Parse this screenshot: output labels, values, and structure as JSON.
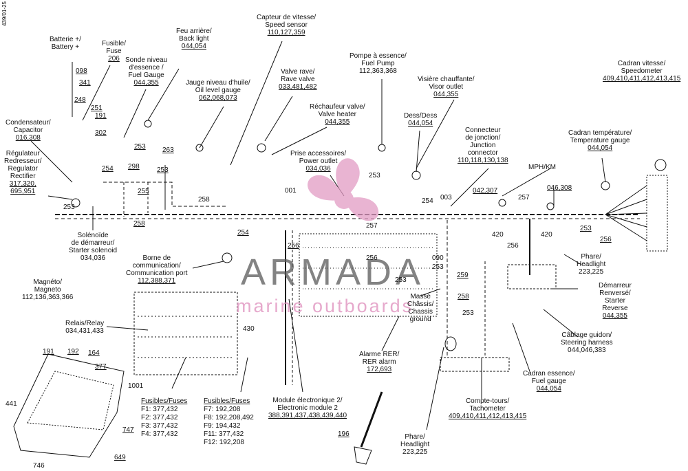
{
  "doc_id": "439/01-25",
  "watermark": {
    "brand": "ARMADA",
    "tagline": "marine outboards",
    "accent": "#e29bc4",
    "text_color": "#5a5a5a"
  },
  "labels": {
    "battery": {
      "lines": [
        "Batterie +/",
        "Battery +"
      ]
    },
    "fuse": {
      "lines": [
        "Fusible/",
        "Fuse"
      ],
      "ref": "206"
    },
    "rear_light": {
      "lines": [
        "Feu arrière/",
        "Back light"
      ],
      "ref": "044,054"
    },
    "speed_sensor": {
      "lines": [
        "Capteur de vitesse/",
        "Speed sensor"
      ],
      "ref": "110,127,359"
    },
    "fuel_level_sensor": {
      "lines": [
        "Sonde niveau",
        "d'essence /",
        "Fuel Gauge"
      ],
      "ref": "044,355"
    },
    "oil_gauge": {
      "lines": [
        "Jauge niveau d'huile/",
        "Oil level gauge"
      ],
      "ref": "062,068,073"
    },
    "rave_valve": {
      "lines": [
        "Valve rave/",
        "Rave valve"
      ],
      "ref": "033,481,482"
    },
    "fuel_pump": {
      "lines": [
        "Pompe à essence/",
        "Fuel Pump"
      ],
      "ref": "112,363,368"
    },
    "visor_outlet": {
      "lines": [
        "Visière chauffante/",
        "Visor outlet"
      ],
      "ref": "044,355"
    },
    "valve_heater": {
      "lines": [
        "Réchaufeur valve/",
        "Valve heater"
      ],
      "ref": "044,355"
    },
    "dess": {
      "lines": [
        "Dess/Dess"
      ],
      "ref": "044,054"
    },
    "junction_connector": {
      "lines": [
        "Connecteur",
        "de jonction/",
        "Junction",
        "connector"
      ],
      "ref": "110,118,130,138"
    },
    "speedometer": {
      "lines": [
        "Cadran vitesse/",
        "Speedometer"
      ],
      "ref": "409,410,411,412,413,415"
    },
    "temp_gauge": {
      "lines": [
        "Cadran température/",
        "Temperature gauge"
      ],
      "ref": "044,054"
    },
    "capacitor": {
      "lines": [
        "Condensateur/",
        "Capacitor"
      ],
      "ref": "016,308"
    },
    "regulator": {
      "lines": [
        "Régulateur",
        "Redresseur/",
        "Regulator",
        "Rectifier"
      ],
      "ref": "317,320,",
      "ref2": "695,951"
    },
    "power_outlet": {
      "lines": [
        "Prise accessoires/",
        "Power outlet"
      ],
      "ref": "034,036"
    },
    "mph_km": {
      "lines": [
        "MPH/KM"
      ]
    },
    "ref_042_307": {
      "ref": "042,307"
    },
    "ref_046_308": {
      "ref": "046,308"
    },
    "starter_solenoid": {
      "lines": [
        "Solénoïde",
        "de démarreur/",
        "Starter solenoid"
      ],
      "ref": "034,036"
    },
    "comm_port": {
      "lines": [
        "Borne de",
        "communication/",
        "Communication port"
      ],
      "ref": "112,388,371"
    },
    "magneto": {
      "lines": [
        "Magnéto/",
        "Magneto"
      ],
      "ref": "112,136,363,366"
    },
    "relay": {
      "lines": [
        "Relais/Relay"
      ],
      "ref": "034,431,433"
    },
    "headlight_right": {
      "lines": [
        "Phare/",
        "Headlight"
      ],
      "ref": "223,225"
    },
    "reverse_starter": {
      "lines": [
        "Démarreur",
        "Renversé/",
        "Starter",
        "Reverse"
      ],
      "ref": "044,355"
    },
    "steering_harness": {
      "lines": [
        "Câblage guidon/",
        "Steering harness"
      ],
      "ref": "044,046,383"
    },
    "chassis_ground": {
      "lines": [
        "Masse",
        "Châssis/",
        "Chassis",
        "ground"
      ]
    },
    "rer_alarm": {
      "lines": [
        "Alarme RER/",
        "RER alarm"
      ],
      "ref": "172,693"
    },
    "fuel_gauge": {
      "lines": [
        "Cadran essence/",
        "Fuel gauge"
      ],
      "ref": "044,054"
    },
    "tachometer": {
      "lines": [
        "Compte-tours/",
        "Tachometer"
      ],
      "ref": "409,410,411,412,413,415"
    },
    "electronic_module": {
      "lines": [
        "Module électronique 2/",
        "Electronic module 2"
      ],
      "ref": "388,391,437,438,439,440"
    },
    "headlight_bottom": {
      "lines": [
        "Phare/",
        "Headlight"
      ],
      "ref": "223,225"
    }
  },
  "fuses_left": {
    "title": "Fusibles/Fuses",
    "items": [
      "F1: 377,432",
      "F2: 377,432",
      "F3: 377,432",
      "F4: 377,432"
    ]
  },
  "fuses_right": {
    "title": "Fusibles/Fuses",
    "items": [
      "F7: 192,208",
      "F8: 192,208,492",
      "F9: 194,432",
      "F11: 377,432",
      "F12: 192,208"
    ]
  },
  "part_numbers": [
    "098",
    "341",
    "248",
    "251",
    "191",
    "302",
    "253",
    "263",
    "298",
    "253",
    "254",
    "255",
    "258",
    "253",
    "258",
    "254",
    "256",
    "001",
    "257",
    "253",
    "254",
    "003",
    "256",
    "090",
    "253",
    "253",
    "259",
    "258",
    "253",
    "420",
    "257",
    "420",
    "253",
    "256",
    "256",
    "430",
    "191",
    "192",
    "164",
    "377",
    "1001",
    "441",
    "747",
    "746",
    "649",
    "196"
  ]
}
